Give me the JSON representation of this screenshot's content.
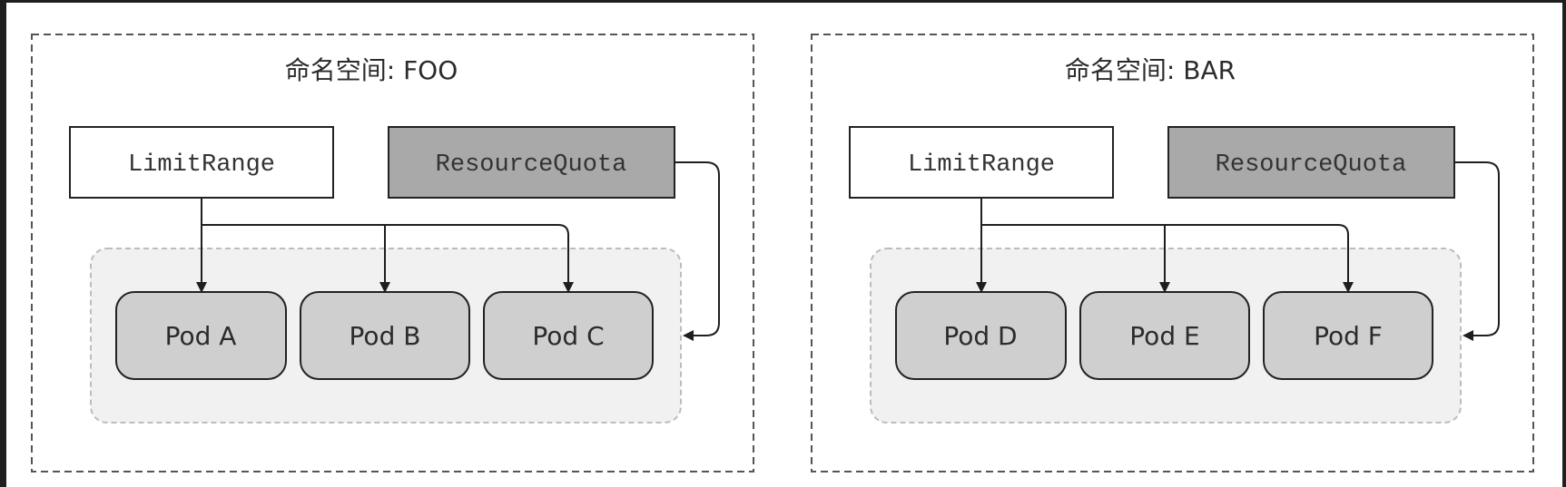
{
  "namespaces": [
    {
      "title": "命名空间: FOO",
      "limitrange_label": "LimitRange",
      "resourcequota_label": "ResourceQuota",
      "pods": [
        "Pod A",
        "Pod B",
        "Pod C"
      ]
    },
    {
      "title": "命名空间: BAR",
      "limitrange_label": "LimitRange",
      "resourcequota_label": "ResourceQuota",
      "pods": [
        "Pod D",
        "Pod E",
        "Pod F"
      ]
    }
  ],
  "colors": {
    "namespace_border": "#555555",
    "pod_group_fill": "#f1f1f1",
    "pod_group_border": "#bdbdbd",
    "pod_fill": "#cfcfcf",
    "pod_border": "#222222",
    "limitrange_fill": "#ffffff",
    "resourcequota_fill": "#a9a9a9",
    "arrow": "#1e1e1e",
    "text": "#2b2b2b"
  }
}
